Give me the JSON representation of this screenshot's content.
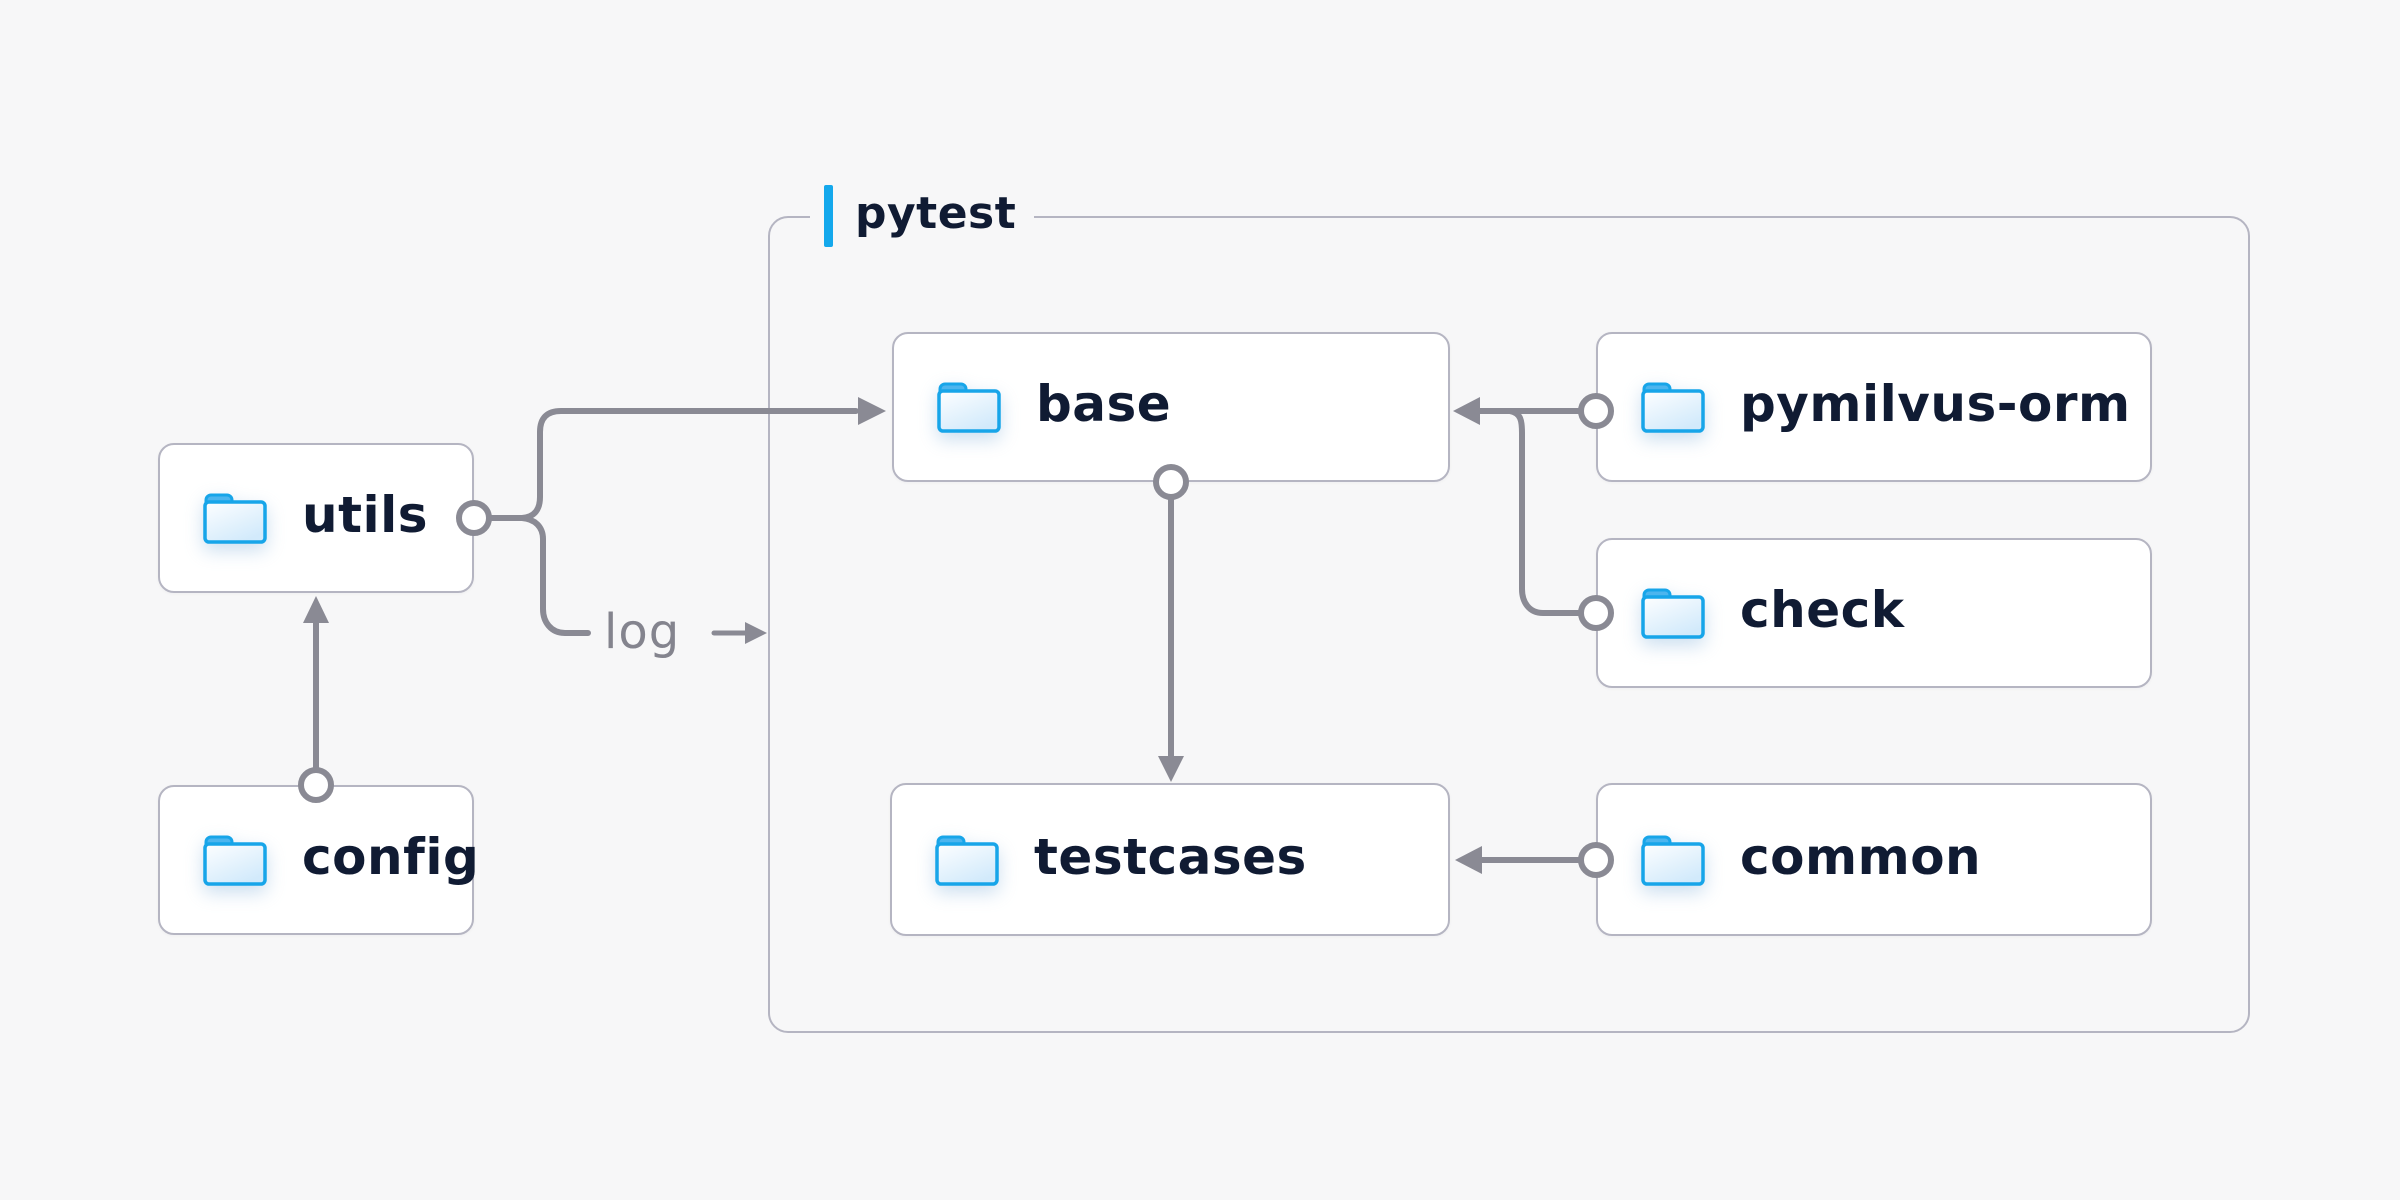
{
  "diagram": {
    "title_group": {
      "label": "pytest"
    },
    "nodes": {
      "utils": {
        "label": "utils",
        "icon": "folder-icon"
      },
      "config": {
        "label": "config",
        "icon": "folder-icon"
      },
      "base": {
        "label": "base",
        "icon": "folder-icon"
      },
      "pymilvus": {
        "label": "pymilvus-orm",
        "icon": "folder-icon"
      },
      "check": {
        "label": "check",
        "icon": "folder-icon"
      },
      "testcases": {
        "label": "testcases",
        "icon": "folder-icon"
      },
      "common": {
        "label": "common",
        "icon": "folder-icon"
      }
    },
    "edges": {
      "log_label": "log",
      "list": [
        {
          "from": "config",
          "to": "utils",
          "type": "arrow"
        },
        {
          "from": "utils",
          "to": "base",
          "type": "arrow"
        },
        {
          "from": "utils",
          "to": "log",
          "type": "labeled-arrow"
        },
        {
          "from": "base",
          "to": "testcases",
          "type": "arrow"
        },
        {
          "from": "pymilvus-orm",
          "to": "base",
          "type": "arrow"
        },
        {
          "from": "check",
          "to": "base",
          "type": "arrow-merge"
        },
        {
          "from": "common",
          "to": "testcases",
          "type": "arrow"
        }
      ]
    },
    "colors": {
      "background": "#f7f7f8",
      "node_fill": "#ffffff",
      "node_border": "#b5b5c2",
      "group_border": "#b5b5c2",
      "wire": "#8a8a94",
      "text": "#101b33",
      "edge_label_text": "#84848e",
      "accent_bar": "#14a8ec",
      "folder_stroke": "#17a5e9",
      "folder_tab": "#4cb5ee",
      "folder_fill_top": "#fdfeff",
      "folder_fill_bottom": "#d2eafb"
    }
  }
}
